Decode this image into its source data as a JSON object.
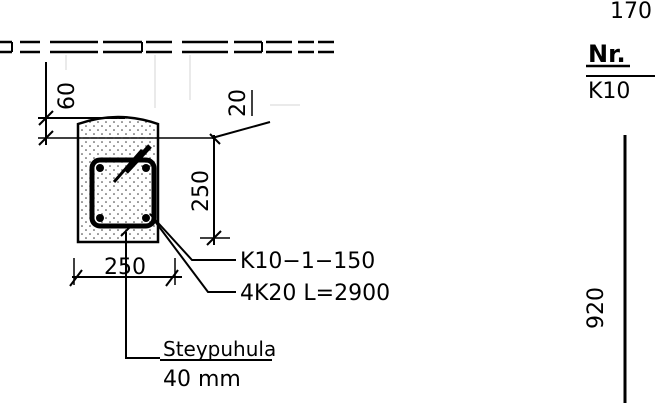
{
  "colors": {
    "ink": "#000000",
    "paper": "#ffffff",
    "hatch_dots": "#333333"
  },
  "header": {
    "number_top": "170",
    "nr_label": "Nr.",
    "nr_value": "K10"
  },
  "dimensions": {
    "cover_top": "60",
    "offset": "20",
    "height": "250",
    "width": "250",
    "length_side": "920"
  },
  "labels": {
    "stirrup": "K10−1−150",
    "main_bars": "4K20  L=2900",
    "cover_title": "Steypuhula",
    "cover_value": "40  mm"
  }
}
